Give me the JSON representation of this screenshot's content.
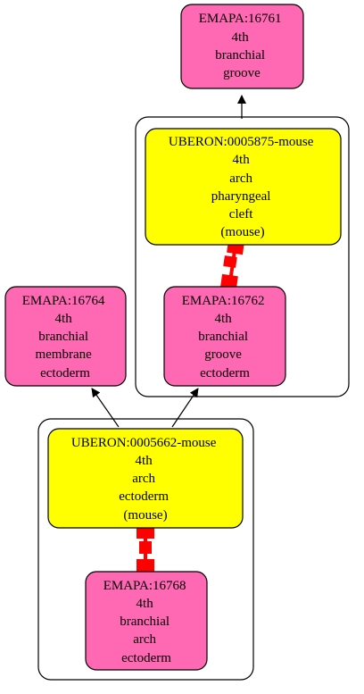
{
  "colors": {
    "pink": "#ff69b4",
    "yellow": "#ffff00",
    "link_red": "#ff0000",
    "stroke": "#000000",
    "background": "#ffffff"
  },
  "nodes": {
    "emapa_16761": {
      "lines": [
        "EMAPA:16761",
        "4th",
        "branchial",
        "groove"
      ]
    },
    "uberon_0005875": {
      "lines": [
        "UBERON:0005875-mouse",
        "4th",
        "arch",
        "pharyngeal",
        "cleft",
        "(mouse)"
      ]
    },
    "emapa_16762": {
      "lines": [
        "EMAPA:16762",
        "4th",
        "branchial",
        "groove",
        "ectoderm"
      ]
    },
    "emapa_16764": {
      "lines": [
        "EMAPA:16764",
        "4th",
        "branchial",
        "membrane",
        "ectoderm"
      ]
    },
    "uberon_0005662": {
      "lines": [
        "UBERON:0005662-mouse",
        "4th",
        "arch",
        "ectoderm",
        "(mouse)"
      ]
    },
    "emapa_16768": {
      "lines": [
        "EMAPA:16768",
        "4th",
        "branchial",
        "arch",
        "ectoderm"
      ]
    }
  },
  "edges": [
    {
      "from": "uberon_0005875",
      "to": "emapa_16761",
      "type": "arrow"
    },
    {
      "from": "uberon_0005662",
      "to": "emapa_16764",
      "type": "arrow"
    },
    {
      "from": "uberon_0005662",
      "to": "emapa_16762",
      "type": "arrow"
    },
    {
      "from": "uberon_0005875",
      "to": "emapa_16762",
      "type": "equivalence"
    },
    {
      "from": "uberon_0005662",
      "to": "emapa_16768",
      "type": "equivalence"
    }
  ],
  "clusters": [
    {
      "members": [
        "uberon_0005875",
        "emapa_16762"
      ]
    },
    {
      "members": [
        "uberon_0005662",
        "emapa_16768"
      ]
    }
  ]
}
